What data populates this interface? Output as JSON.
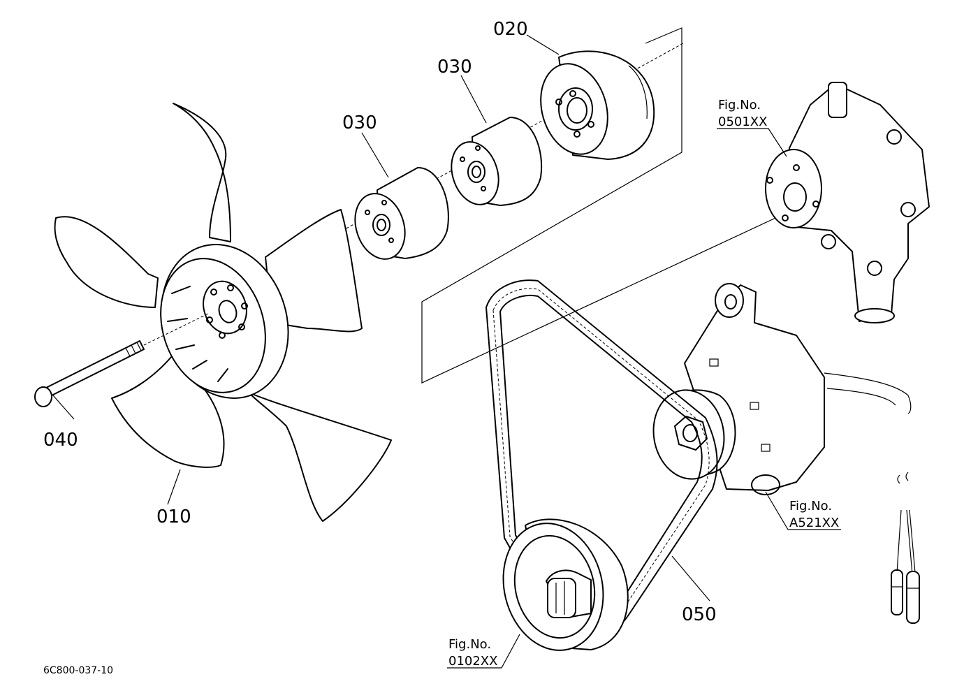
{
  "parts": {
    "p010": "010",
    "p020": "020",
    "p030a": "030",
    "p030b": "030",
    "p040": "040",
    "p050": "050"
  },
  "figure_refs": {
    "water_pump": {
      "prefix": "Fig.No.",
      "code": "0501XX"
    },
    "alternator": {
      "prefix": "Fig.No.",
      "code": "A521XX"
    },
    "crank_pulley": {
      "prefix": "Fig.No.",
      "code": "0102XX"
    }
  },
  "drawing_code": "6C800-037-10"
}
